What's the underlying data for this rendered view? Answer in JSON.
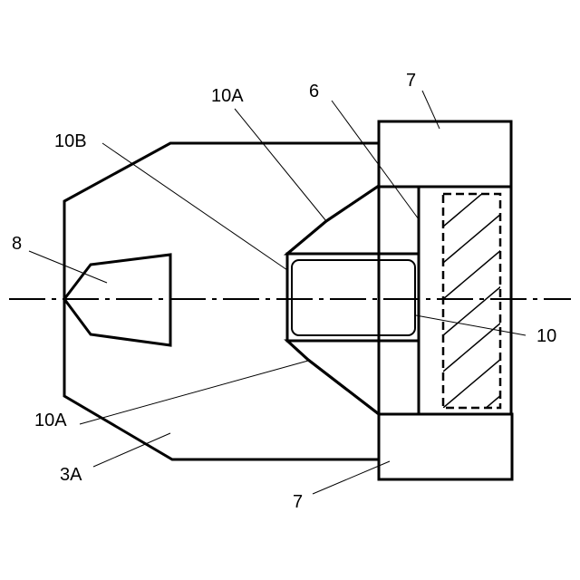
{
  "diagram": {
    "labels": {
      "l7_top": "7",
      "l6": "6",
      "l10a_top": "10A",
      "l10b": "10B",
      "l8": "8",
      "l10": "10",
      "l10a_bottom": "10A",
      "l3a": "3A",
      "l7_bottom": "7"
    }
  }
}
